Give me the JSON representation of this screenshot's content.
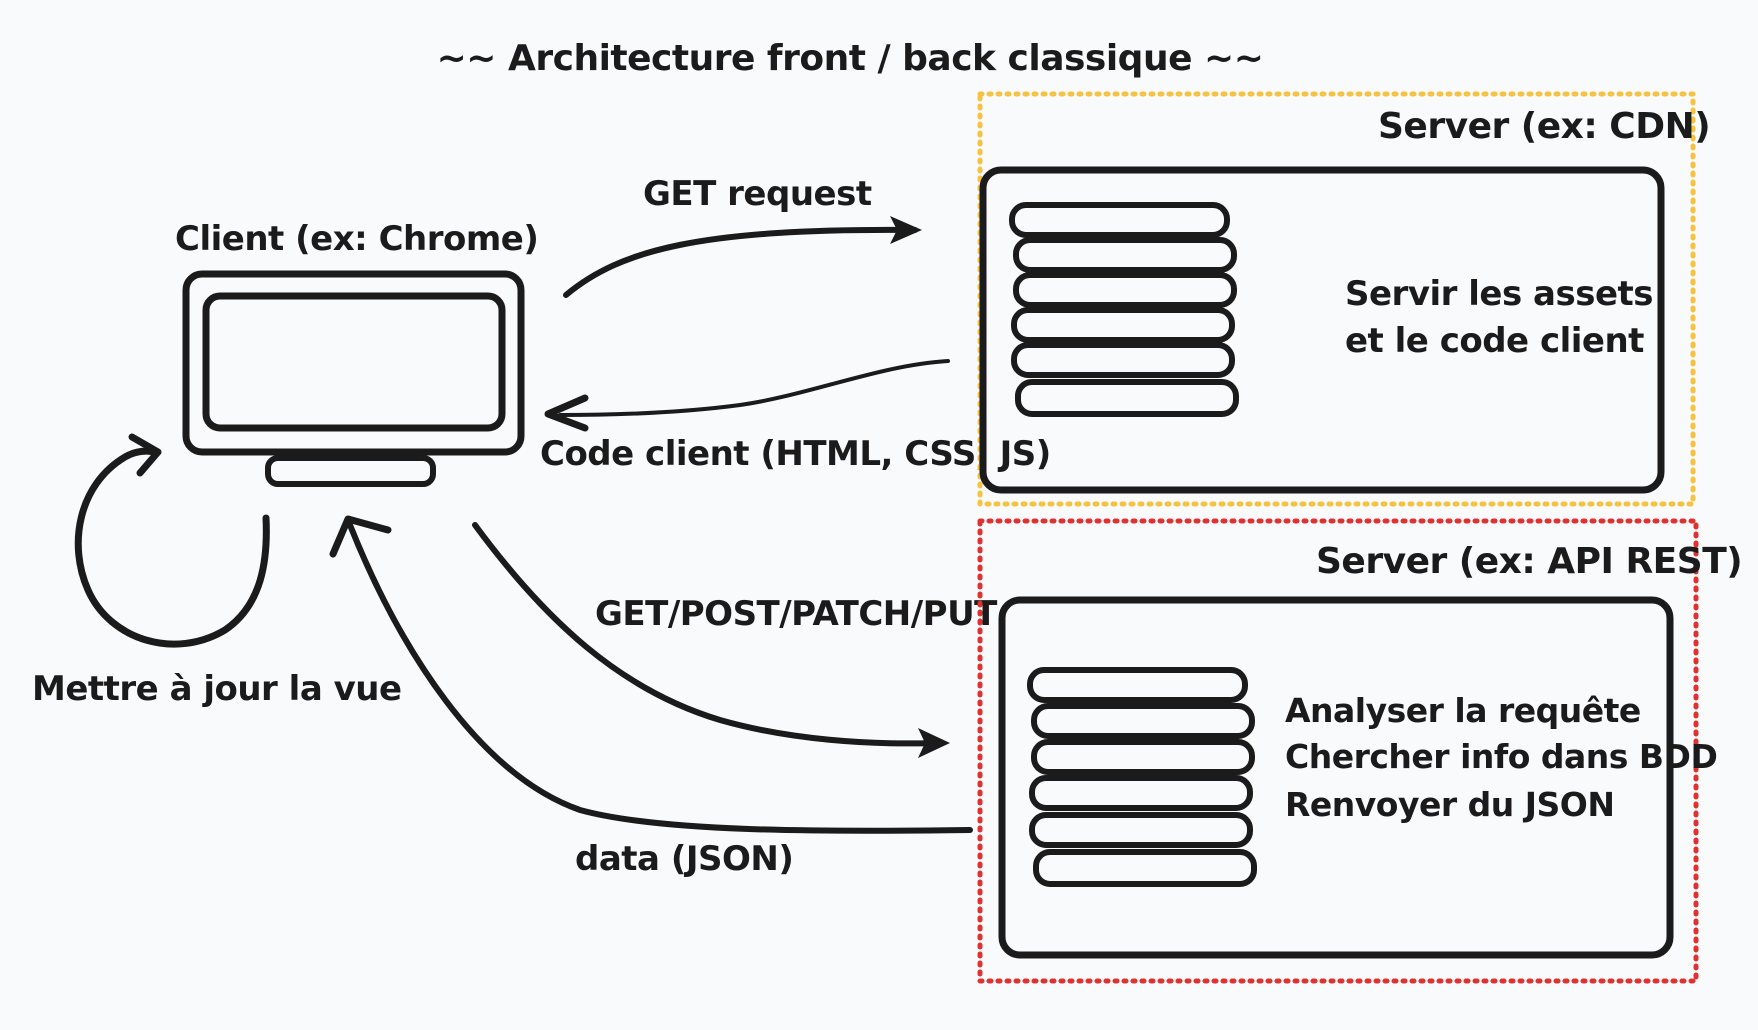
{
  "title": "~~ Architecture front / back classique ~~",
  "client": {
    "label": "Client (ex: Chrome)"
  },
  "loop": {
    "label": "Mettre à jour la vue"
  },
  "arrows": {
    "get_request": "GET request",
    "code_client": "Code client (HTML, CSS, JS)",
    "methods": "GET/POST/PATCH/PUT",
    "data_json": "data (JSON)"
  },
  "cdn": {
    "label": "Server (ex: CDN)",
    "desc_line1": "Servir les assets",
    "desc_line2": "et le code client"
  },
  "api": {
    "label": "Server (ex: API REST)",
    "desc_line1": "Analyser la requête",
    "desc_line2": "Chercher info dans BDD",
    "desc_line3": "Renvoyer du JSON"
  },
  "colors": {
    "ink": "#1b1b1b",
    "background": "#f9fafc",
    "cdn_border": "#f5c242",
    "api_border": "#e03131",
    "response_arrow": "#4a6fdc"
  }
}
